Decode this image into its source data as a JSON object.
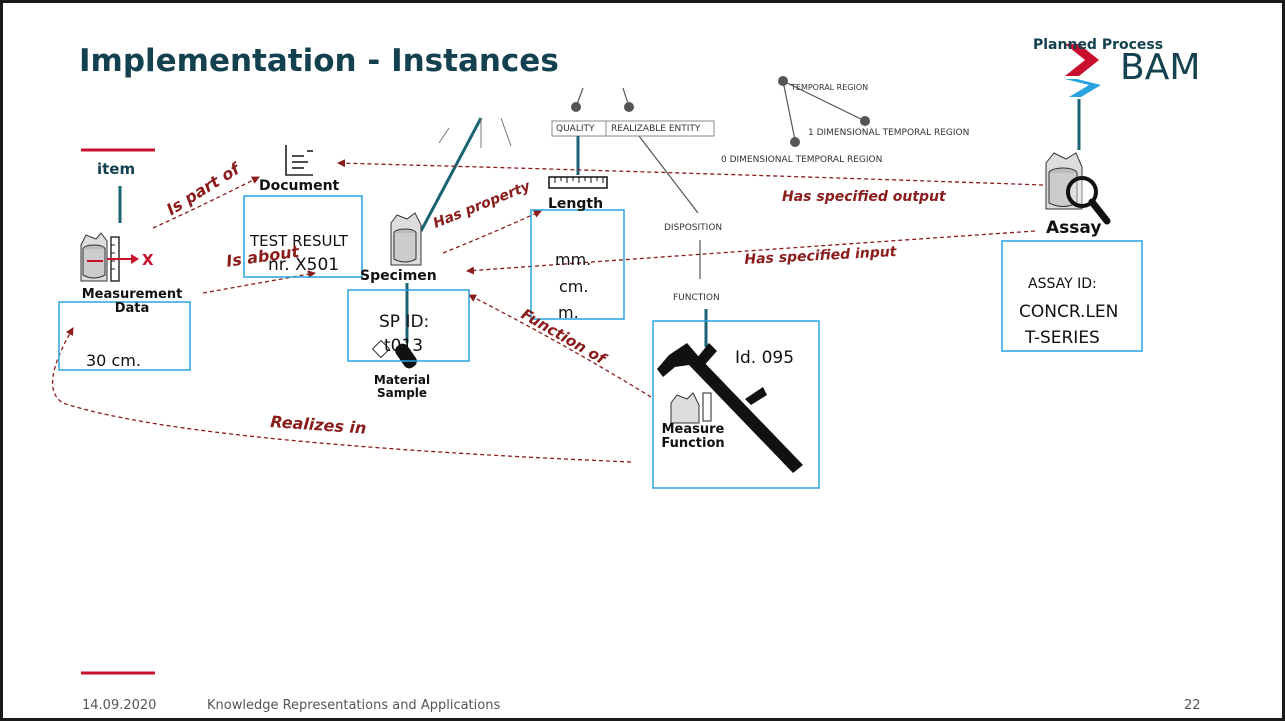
{
  "slide": {
    "title": "Implementation  - Instances",
    "logo": {
      "text": "BAM",
      "overlay_label": "Planned Process"
    }
  },
  "ontology": {
    "quality": "QUALITY",
    "realizable_entity": "REALIZABLE ENTITY",
    "disposition": "DISPOSITION",
    "function": "FUNCTION",
    "temporal_region": "TEMPORAL REGION",
    "one_dim_temporal_region": "1 DIMENSIONAL TEMPORAL REGION",
    "zero_dim_temporal_region": "0 DIMENSIONAL TEMPORAL REGION"
  },
  "nodes": {
    "item": "item",
    "document": "Document",
    "test_result_line1": "TEST RESULT",
    "test_result_line2": "nr. X501",
    "measurement_data_line1": "Measurement",
    "measurement_data_line2": "Data",
    "measurement_value": "30 cm.",
    "specimen": "Specimen",
    "specimen_id_line1": "SP ID:",
    "specimen_id_line2": "t013",
    "material_sample_line1": "Material",
    "material_sample_line2": "Sample",
    "length": "Length",
    "length_unit_1": "mm.",
    "length_unit_2": "cm.",
    "length_unit_3": "m.",
    "measure_function_line1": "Measure",
    "measure_function_line2": "Function",
    "measure_function_id": "Id. 095",
    "assay": "Assay",
    "assay_id_line1": "ASSAY ID:",
    "assay_id_line2": "CONCR.LEN",
    "assay_id_line3": "T-SERIES"
  },
  "relations": {
    "is_part_of": "Is part of",
    "is_about": "Is about",
    "has_property": "Has property",
    "function_of": "Function of",
    "realizes_in": "Realizes in",
    "has_specified_output": "Has specified output",
    "has_specified_input": "Has specified input"
  },
  "colors": {
    "title": "#14414f",
    "relation": "#8b1c1c",
    "box_border": "#29a3e0",
    "accent_red": "#c8102e"
  },
  "footer": {
    "date": "14.09.2020",
    "course": "Knowledge Representations and Applications",
    "page": "22"
  }
}
